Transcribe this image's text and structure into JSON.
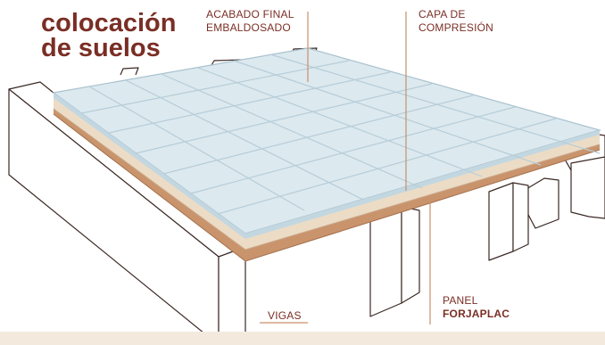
{
  "title": "\ncolocación\nde suelos",
  "labels": {
    "acabado": {
      "line1": "ACABADO FINAL",
      "line2": "EMBALDOSADO"
    },
    "capa": {
      "line1": "CAPA DE",
      "line2": "COMPRESIÓN"
    },
    "panel": {
      "line1": "PANEL",
      "line2": "FORJAPLAC"
    },
    "vigas": "VIGAS"
  },
  "colors": {
    "title": "#7a2e25",
    "tile_fill": "#dce9ef",
    "tile_grout": "#b7cdd8",
    "layer_beige": "#ecdcc6",
    "layer_brown": "#c9946c",
    "leader": "#c98f6a",
    "band": "#f4e9dd"
  }
}
